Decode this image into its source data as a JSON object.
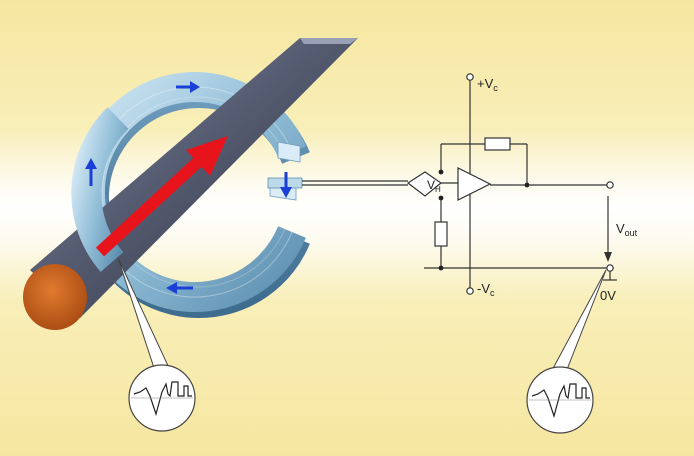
{
  "labels": {
    "vc_pos_main": "+V",
    "vc_pos_sub": "c",
    "vc_neg_main": "-V",
    "vc_neg_sub": "c",
    "vh_main": "V",
    "vh_sub": "H",
    "vout_main": "V",
    "vout_sub": "out",
    "zero_volt": "0V"
  },
  "colors": {
    "background_band": "#f6e7a0",
    "conductor": "#4a4f5e",
    "conductor_end": "#c8611c",
    "ring": "#8fbcd6",
    "current_arrow": "#e8141b",
    "field_arrows": "#1a3fd6",
    "wire": "#333333"
  }
}
